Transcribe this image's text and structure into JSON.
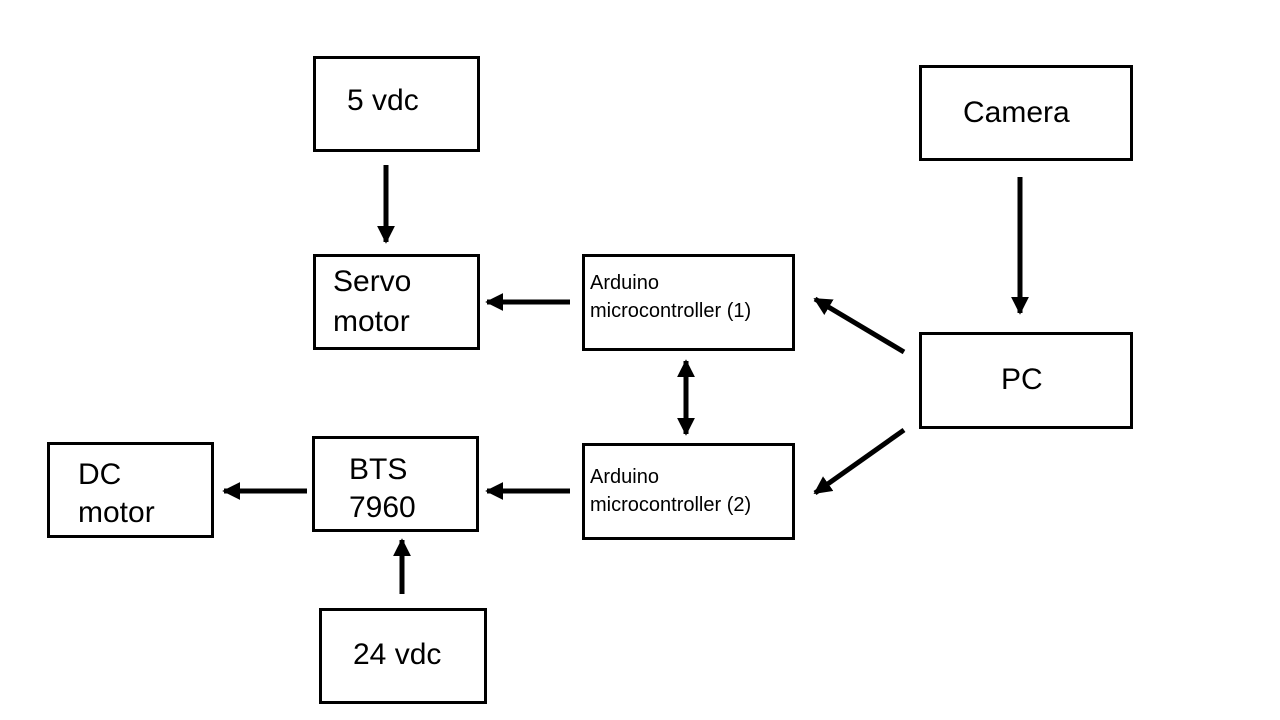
{
  "blocks": {
    "supply_5v": {
      "label": "5 vdc"
    },
    "servo": {
      "line1": "Servo",
      "line2": "motor"
    },
    "arduino1": {
      "line1": "Arduino",
      "line2": "microcontroller (1)"
    },
    "camera": {
      "label": "Camera"
    },
    "pc": {
      "label": "PC"
    },
    "arduino2": {
      "line1": "Arduino",
      "line2": "microcontroller (2)"
    },
    "bts": {
      "line1": "BTS",
      "line2": "7960"
    },
    "dc_motor": {
      "line1": "DC",
      "line2": "motor"
    },
    "supply_24v": {
      "label": "24 vdc"
    }
  },
  "colors": {
    "stroke": "#000000",
    "background": "#ffffff"
  }
}
